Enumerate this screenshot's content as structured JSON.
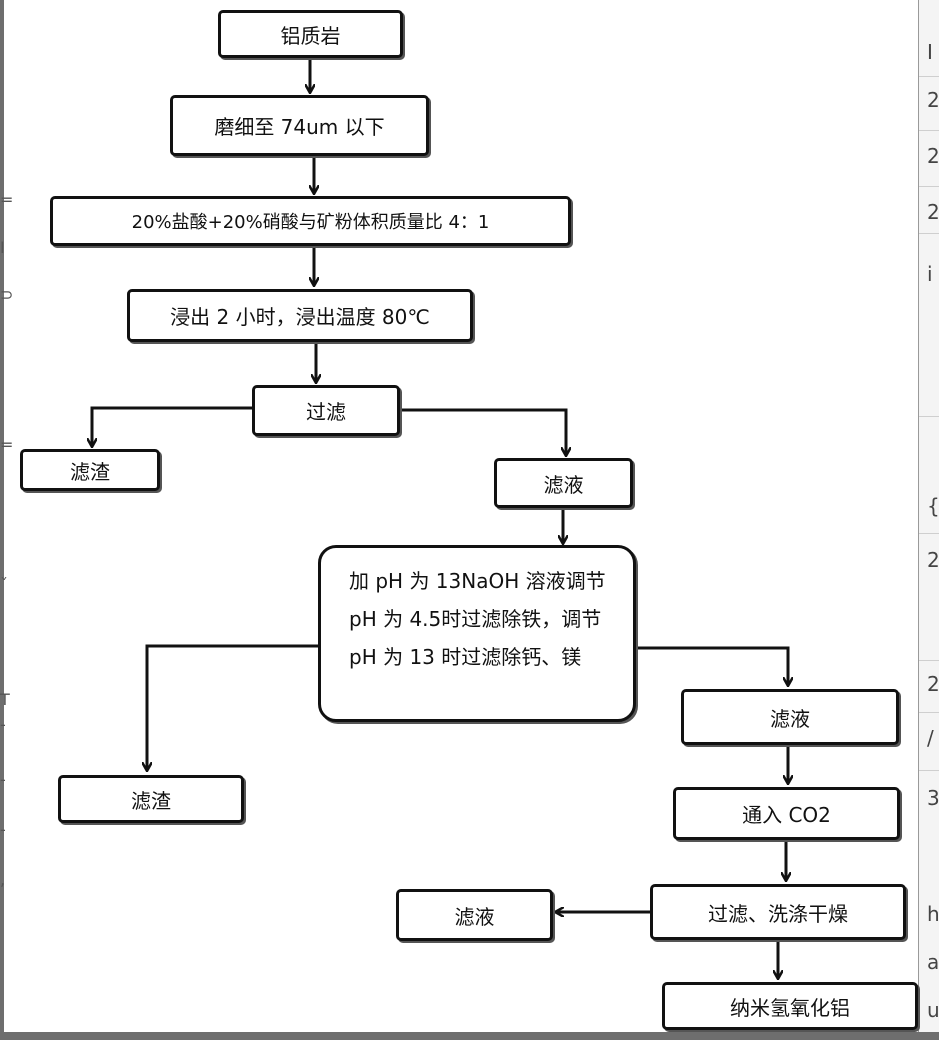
{
  "boxes": {
    "ore": "铝质岩",
    "grind": "磨细至 74um 以下",
    "acid": "20%盐酸+20%硝酸与矿粉体积质量比 4：1",
    "leach": "浸出 2 小时，浸出温度 80℃",
    "filter1": "过滤",
    "residue1": "滤渣",
    "filtrate1": "滤液",
    "adjust": "加 pH 为 13NaOH 溶液调节 pH 为 4.5时过滤除铁，调节 pH 为 13 时过滤除钙、镁",
    "residue2": "滤渣",
    "filtrate2": "滤液",
    "co2": "通入 CO2",
    "wash": "过滤、洗涤干燥",
    "filtrate3": "滤液",
    "product": "纳米氢氧化铝"
  },
  "colors": {
    "line": "#111111",
    "frame": "#6e6e6e"
  },
  "edge": {
    "right": [
      "Ⅰ",
      "2",
      "2",
      "2",
      "ⅰ",
      "{",
      "2",
      "2",
      "/",
      "3",
      "h",
      "a",
      "u"
    ],
    "left": [
      "=",
      "I",
      "⊃",
      "=",
      "ˇ",
      "T",
      "-",
      "-",
      "-",
      ",",
      "="
    ]
  }
}
